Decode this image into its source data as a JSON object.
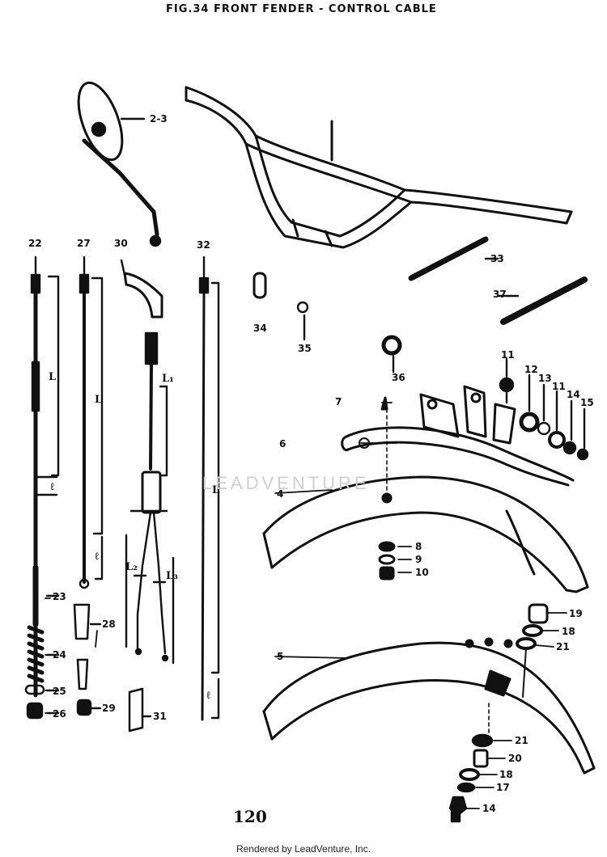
{
  "title": "FIG.34 FRONT FENDER - CONTROL CABLE",
  "page_number": "120",
  "footer": "Rendered by LeadVenture, Inc.",
  "watermark": "LEADVENTURE",
  "callouts": {
    "c23": "2-3",
    "c22": "22",
    "c27": "27",
    "c30": "30",
    "c32": "32",
    "c33": "33",
    "c37": "37",
    "c34": "34",
    "c35": "35",
    "c36": "36",
    "c11a": "11",
    "c12": "12",
    "c13": "13",
    "c11b": "11",
    "c14a": "14",
    "c15": "15",
    "c7": "7",
    "c6": "6",
    "c4": "4",
    "c8": "8",
    "c9": "9",
    "c10": "10",
    "c23b": "23",
    "c24": "24",
    "c25": "25",
    "c26": "26",
    "c28": "28",
    "c29": "29",
    "c31": "31",
    "c19": "19",
    "c18a": "18",
    "c21a": "21",
    "c5": "5",
    "c21b": "21",
    "c20": "20",
    "c18b": "18",
    "c17": "17",
    "c14b": "14"
  },
  "dims": {
    "L_22": "L",
    "l_22": "ℓ",
    "L_27": "L",
    "l_27": "ℓ",
    "L1_30": "L₁",
    "L2_30": "L₂",
    "L3_30": "L₃",
    "L_32": "L",
    "l_32": "ℓ"
  }
}
